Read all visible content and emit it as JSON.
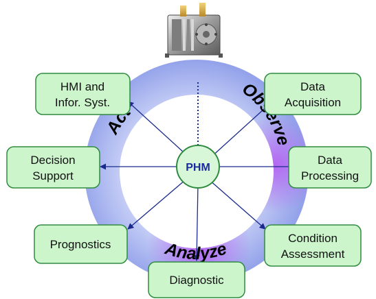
{
  "center": {
    "label": "PHM"
  },
  "ring_words": {
    "observe": "Observe",
    "analyze": "Analyze",
    "act": "Act"
  },
  "boxes": {
    "hmi": {
      "line1": "HMI and",
      "line2": "Infor. Syst."
    },
    "data_acquisition": {
      "line1": "Data",
      "line2": "Acquisition"
    },
    "decision_support": {
      "line1": "Decision",
      "line2": "Support"
    },
    "data_processing": {
      "line1": "Data",
      "line2": "Processing"
    },
    "prognostics": {
      "line1": "Prognostics"
    },
    "condition_assessment": {
      "line1": "Condition",
      "line2": "Assessment"
    },
    "diagnostic": {
      "line1": "Diagnostic"
    }
  },
  "colors": {
    "box_fill": "#ccf5cc",
    "box_stroke": "#2e8b3e",
    "ring_blue": "#98a6ec",
    "ring_purple": "#b66ef0",
    "arrow": "#1a2a8c",
    "center_fill": "#d8f7d8"
  },
  "icons": {
    "device": "fuel-cell-stack-icon"
  }
}
